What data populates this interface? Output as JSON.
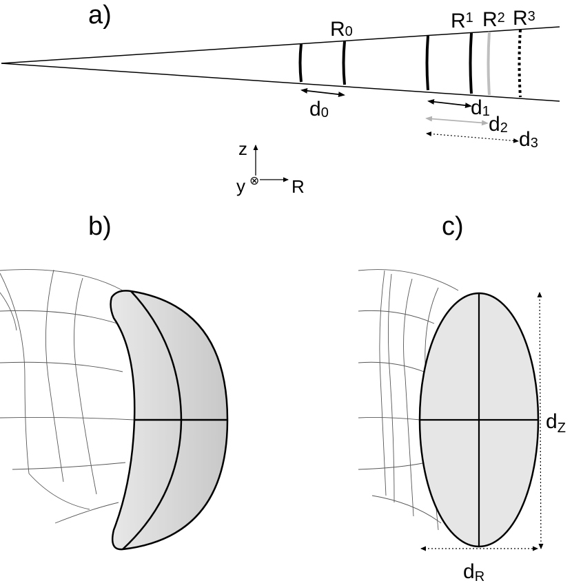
{
  "panels": {
    "a": {
      "label": "a)",
      "radii": [
        {
          "sym": "R",
          "sub": "0"
        },
        {
          "sym": "R",
          "sub": "1"
        },
        {
          "sym": "R",
          "sub": "2"
        },
        {
          "sym": "R",
          "sub": "3"
        }
      ],
      "spacings": [
        {
          "sym": "d",
          "sub": "0"
        },
        {
          "sym": "d",
          "sub": "1"
        },
        {
          "sym": "d",
          "sub": "2"
        },
        {
          "sym": "d",
          "sub": "3"
        }
      ],
      "axes": {
        "z": "z",
        "y": "y",
        "r": "R",
        "into_page_symbol": "⊗"
      }
    },
    "b": {
      "label": "b)"
    },
    "c": {
      "label": "c)",
      "dz": {
        "sym": "d",
        "sub": "Z"
      },
      "dr": {
        "sym": "d",
        "sub": "R"
      }
    }
  },
  "colors": {
    "line": "#000000",
    "r2_grey": "#bfbfbf",
    "d2_grey": "#b3b3b3",
    "fill_light": "#e6e6e6",
    "fill_dark": "#cccccc",
    "mesh": "#555555"
  }
}
